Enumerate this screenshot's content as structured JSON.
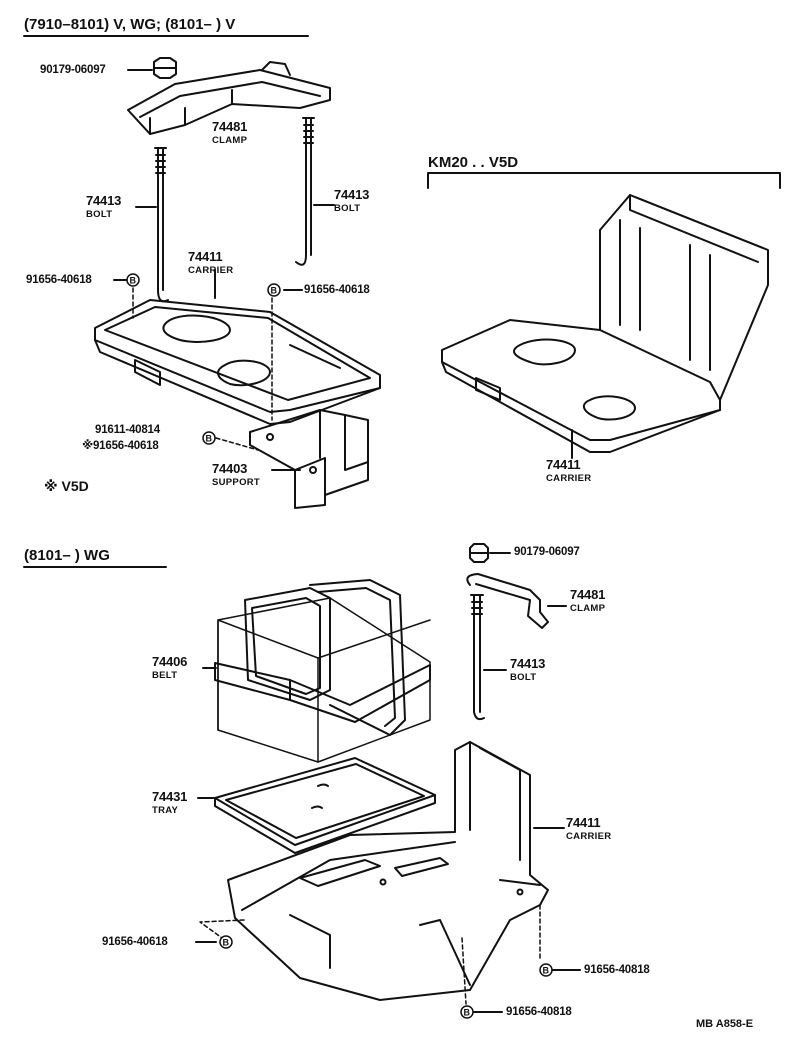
{
  "headers": {
    "top_left": "(7910–8101) V, WG; (8101–         ) V",
    "top_right": "KM20 . . V5D",
    "mid_left": "(8101–         ) WG",
    "note": "※ V5D"
  },
  "parts": {
    "p1_num": "90179-06097",
    "clamp1_num": "74481",
    "clamp1_name": "CLAMP",
    "bolt1_num": "74413",
    "bolt1_name": "BOLT",
    "bolt2_num": "74413",
    "bolt2_name": "BOLT",
    "carrier1_num": "74411",
    "carrier1_name": "CARRIER",
    "p_b1_num": "91656-40618",
    "p_b2_num": "91656-40618",
    "p_b3a_num": "91611-40814",
    "p_b3b_num": "※91656-40618",
    "support_num": "74403",
    "support_name": "SUPPORT",
    "carrier2_num": "74411",
    "carrier2_name": "CARRIER",
    "p2_num": "90179-06097",
    "clamp2_num": "74481",
    "clamp2_name": "CLAMP",
    "belt_num": "74406",
    "belt_name": "BELT",
    "bolt3_num": "74413",
    "bolt3_name": "BOLT",
    "tray_num": "74431",
    "tray_name": "TRAY",
    "carrier3_num": "74411",
    "carrier3_name": "CARRIER",
    "p_b4_num": "91656-40618",
    "p_b5_num": "91656-40818",
    "p_b6_num": "91656-40818",
    "ref": "MB  A858-E"
  }
}
